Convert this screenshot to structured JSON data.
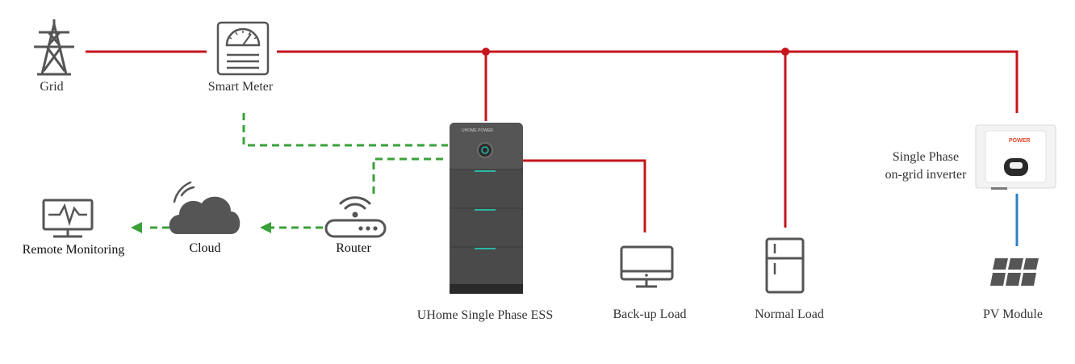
{
  "colors": {
    "power_line": "#c4161c",
    "comm_line": "#3aa13a",
    "dc_line": "#2e7fc6",
    "icon": "#555555",
    "ess_body": "#4a4a4a",
    "ess_accent": "#2bb7a4",
    "inverter_brand": "#e8452c"
  },
  "nodes": {
    "grid": {
      "label": "Grid",
      "icon": "transmission-tower-icon"
    },
    "smart_meter": {
      "label": "Smart Meter",
      "icon": "meter-gauge-icon"
    },
    "ess": {
      "label": "UHome Single Phase ESS",
      "brand": "UHOME POWER"
    },
    "backup_load": {
      "label": "Back-up Load",
      "icon": "monitor-icon"
    },
    "normal_load": {
      "label": "Normal Load",
      "icon": "refrigerator-icon"
    },
    "inverter": {
      "label_line1": "Single Phase",
      "label_line2": "on-grid inverter",
      "brand": "POWER"
    },
    "pv_module": {
      "label": "PV Module",
      "icon": "solar-panel-icon"
    },
    "router": {
      "label": "Router",
      "icon": "wifi-router-icon"
    },
    "cloud": {
      "label": "Cloud",
      "icon": "cloud-icon"
    },
    "remote_monitoring": {
      "label": "Remote Monitoring",
      "icon": "monitoring-screen-icon"
    }
  }
}
